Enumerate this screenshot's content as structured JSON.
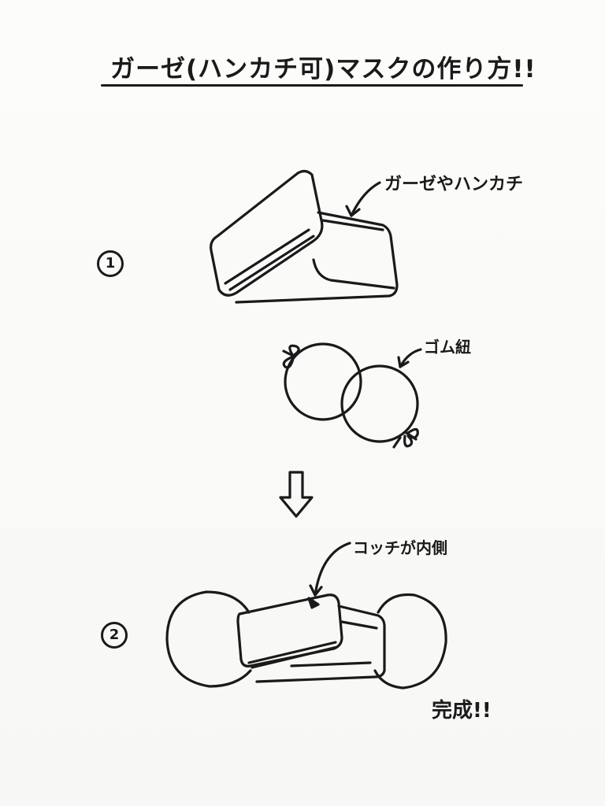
{
  "title": "ガーゼ(ハンカチ可)マスクの作り方!!",
  "steps": [
    {
      "label": "1",
      "annotation": "ガーゼやハンカチ"
    },
    {
      "label": "2",
      "annotation": "コッチが内側"
    }
  ],
  "rubber_label": "ゴム紐",
  "completion": "完成!!",
  "colors": {
    "ink": "#1a1a1a",
    "paper": "#ffffff"
  }
}
